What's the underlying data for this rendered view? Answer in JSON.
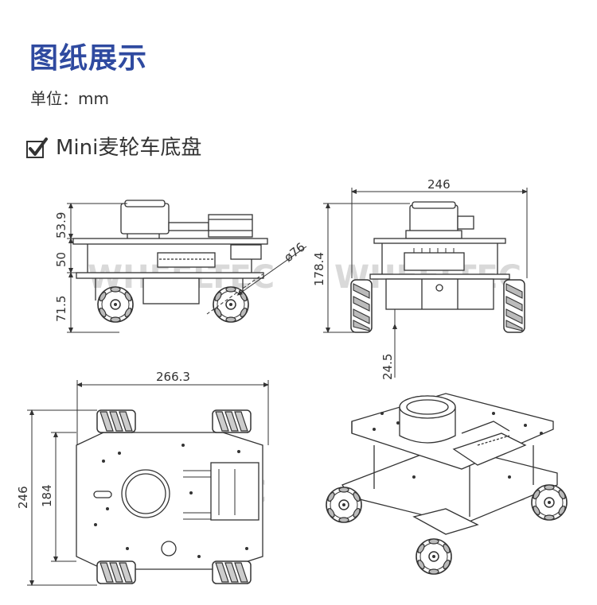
{
  "header": {
    "title": "图纸展示",
    "unit": "单位：mm"
  },
  "section": {
    "label": "Mini麦轮车底盘",
    "check_icon": "checkbox-check-icon"
  },
  "watermark": "WHEELTEC",
  "dimensions": {
    "side_top_lidar": "53.9",
    "side_middle_layer": "50",
    "side_bottom_chassis": "71.5",
    "side_wheel_diameter": "ø76",
    "front_width": "246",
    "front_height": "178.4",
    "front_ground_clearance": "24.5",
    "top_length": "266.3",
    "top_outer_width": "246",
    "top_inner_width": "184"
  },
  "colors": {
    "title": "#2f4aa0",
    "line": "#333333",
    "watermark": "#d9d9d9"
  }
}
